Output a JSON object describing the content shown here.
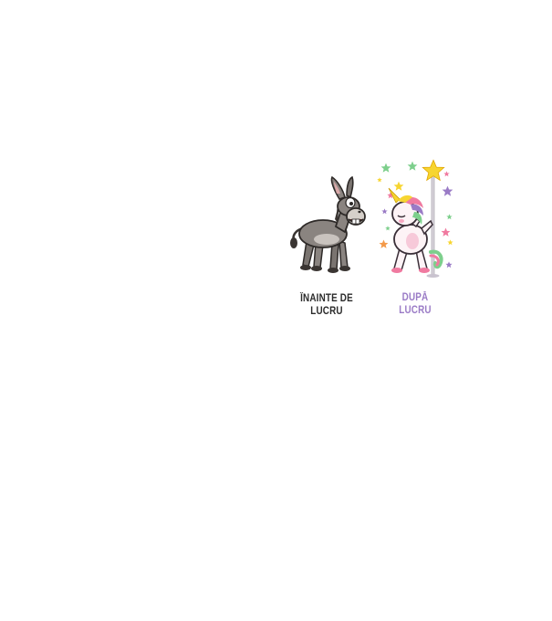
{
  "before": {
    "line1": "ÎNAINTE DE",
    "line2": "LUCRU",
    "illustration": "donkey-cartoon",
    "color": "#2b2b2b"
  },
  "after": {
    "line1": "DUPĂ",
    "line2": "LUCRU",
    "illustration": "dabbing-unicorn-pole-cartoon",
    "color": "#9a7bc6"
  },
  "colors": {
    "background": "#ffffff",
    "donkey_gray": "#8a8480",
    "star_yellow": "#f7d531",
    "star_pink": "#f07aa0",
    "star_green": "#7dcf8c",
    "star_purple": "#9a7bc6",
    "star_orange": "#f39a4a"
  }
}
